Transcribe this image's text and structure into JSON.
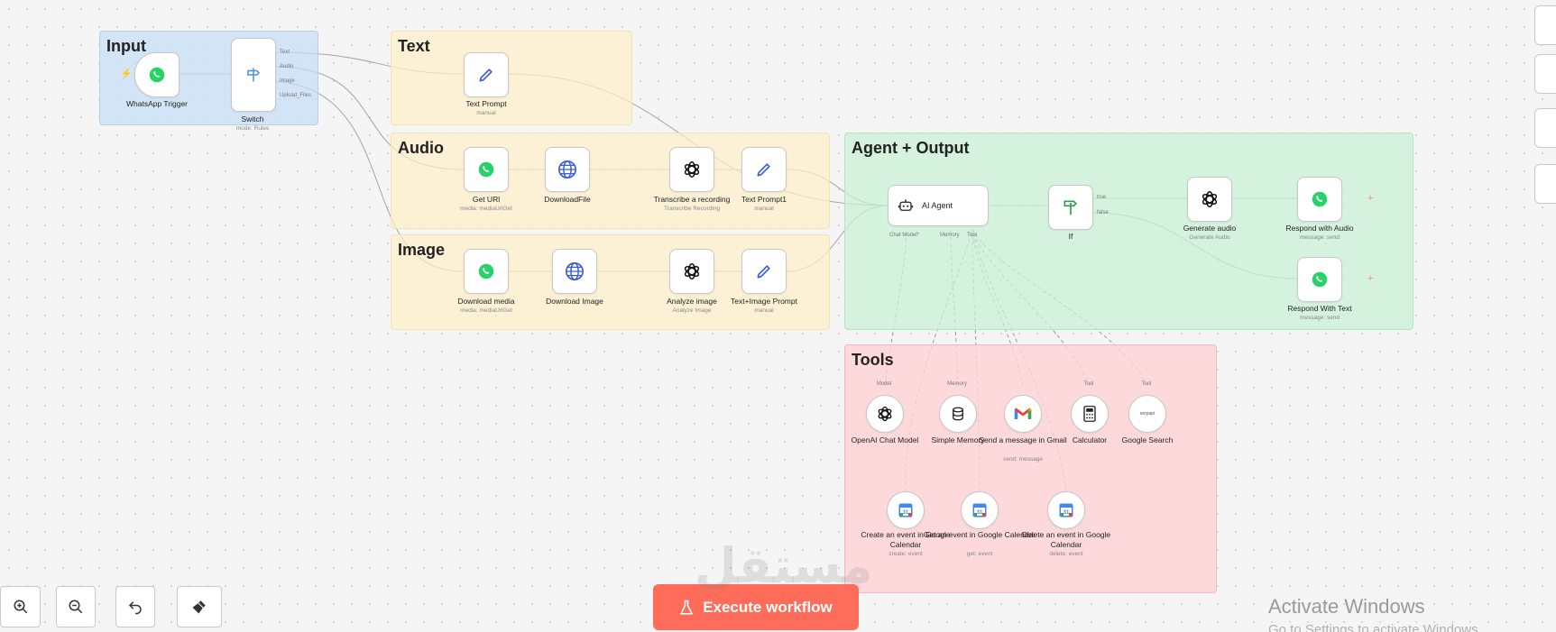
{
  "groups": {
    "input": "Input",
    "text": "Text",
    "audio": "Audio",
    "image": "Image",
    "agent": "Agent + Output",
    "tools": "Tools"
  },
  "nodes": {
    "whatsapp_trigger": {
      "label": "WhatsApp Trigger"
    },
    "switch": {
      "label": "Switch",
      "sub": "mode: Rules",
      "outputs": [
        "Text",
        "Audio",
        "Image",
        "Upload_Files"
      ]
    },
    "text_prompt": {
      "label": "Text Prompt",
      "sub": "manual"
    },
    "get_url": {
      "label": "Get URl",
      "sub": "media: mediaUrlGet"
    },
    "download_file": {
      "label": "DownloadFile"
    },
    "transcribe": {
      "label": "Transcribe a recording",
      "sub": "Transcribe Recording"
    },
    "text_prompt1": {
      "label": "Text Prompt1",
      "sub": "manual"
    },
    "download_media": {
      "label": "Download media",
      "sub": "media: mediaUrlGet"
    },
    "download_image": {
      "label": "Download Image"
    },
    "analyze_image": {
      "label": "Analyze image",
      "sub": "Analyze Image"
    },
    "text_image_prompt": {
      "label": "Text+Image Prompt",
      "sub": "manual"
    },
    "ai_agent": {
      "label": "AI Agent",
      "ports": [
        "Chat Model*",
        "Memory",
        "Tool"
      ]
    },
    "if": {
      "label": "If",
      "outputs": [
        "true",
        "false"
      ]
    },
    "generate_audio": {
      "label": "Generate audio",
      "sub": "Generate Audio"
    },
    "respond_audio": {
      "label": "Respond with Audio",
      "sub": "message: send"
    },
    "respond_text": {
      "label": "Respond With Text",
      "sub": "message: send"
    },
    "openai_chat": {
      "label": "OpenAI Chat Model",
      "port": "Model"
    },
    "simple_memory": {
      "label": "Simple Memory",
      "port": "Memory"
    },
    "gmail": {
      "label": "Send a message in Gmail",
      "sub": "send: message"
    },
    "calculator": {
      "label": "Calculator",
      "port": "Tool"
    },
    "google_search": {
      "label": "Google Search",
      "port": "Tool",
      "logo": "serpapi"
    },
    "create_event": {
      "label": "Create an event in Google Calendar",
      "sub": "create: event"
    },
    "get_event": {
      "label": "Get an event in Google Calendar",
      "sub": "get: event"
    },
    "delete_event": {
      "label": "Delete an event in Google Calendar",
      "sub": "delete: event"
    }
  },
  "toolbar": {
    "execute_label": "Execute workflow"
  },
  "overlay": {
    "watermark": "مستقل",
    "activate_title": "Activate Windows",
    "activate_sub": "Go to Settings to activate Windows."
  },
  "icons": {
    "whatsapp": "whatsapp-icon",
    "switch": "signpost-icon",
    "pen": "pen-icon",
    "globe": "globe-icon",
    "openai": "openai-icon",
    "robot": "robot-icon",
    "gmail": "gmail-icon",
    "calculator": "calculator-icon",
    "calendar": "google-calendar-icon",
    "memory": "database-icon"
  },
  "colors": {
    "accent": "#ff6d5a",
    "whatsapp": "#25d366",
    "edge": "#9e9e9e"
  }
}
